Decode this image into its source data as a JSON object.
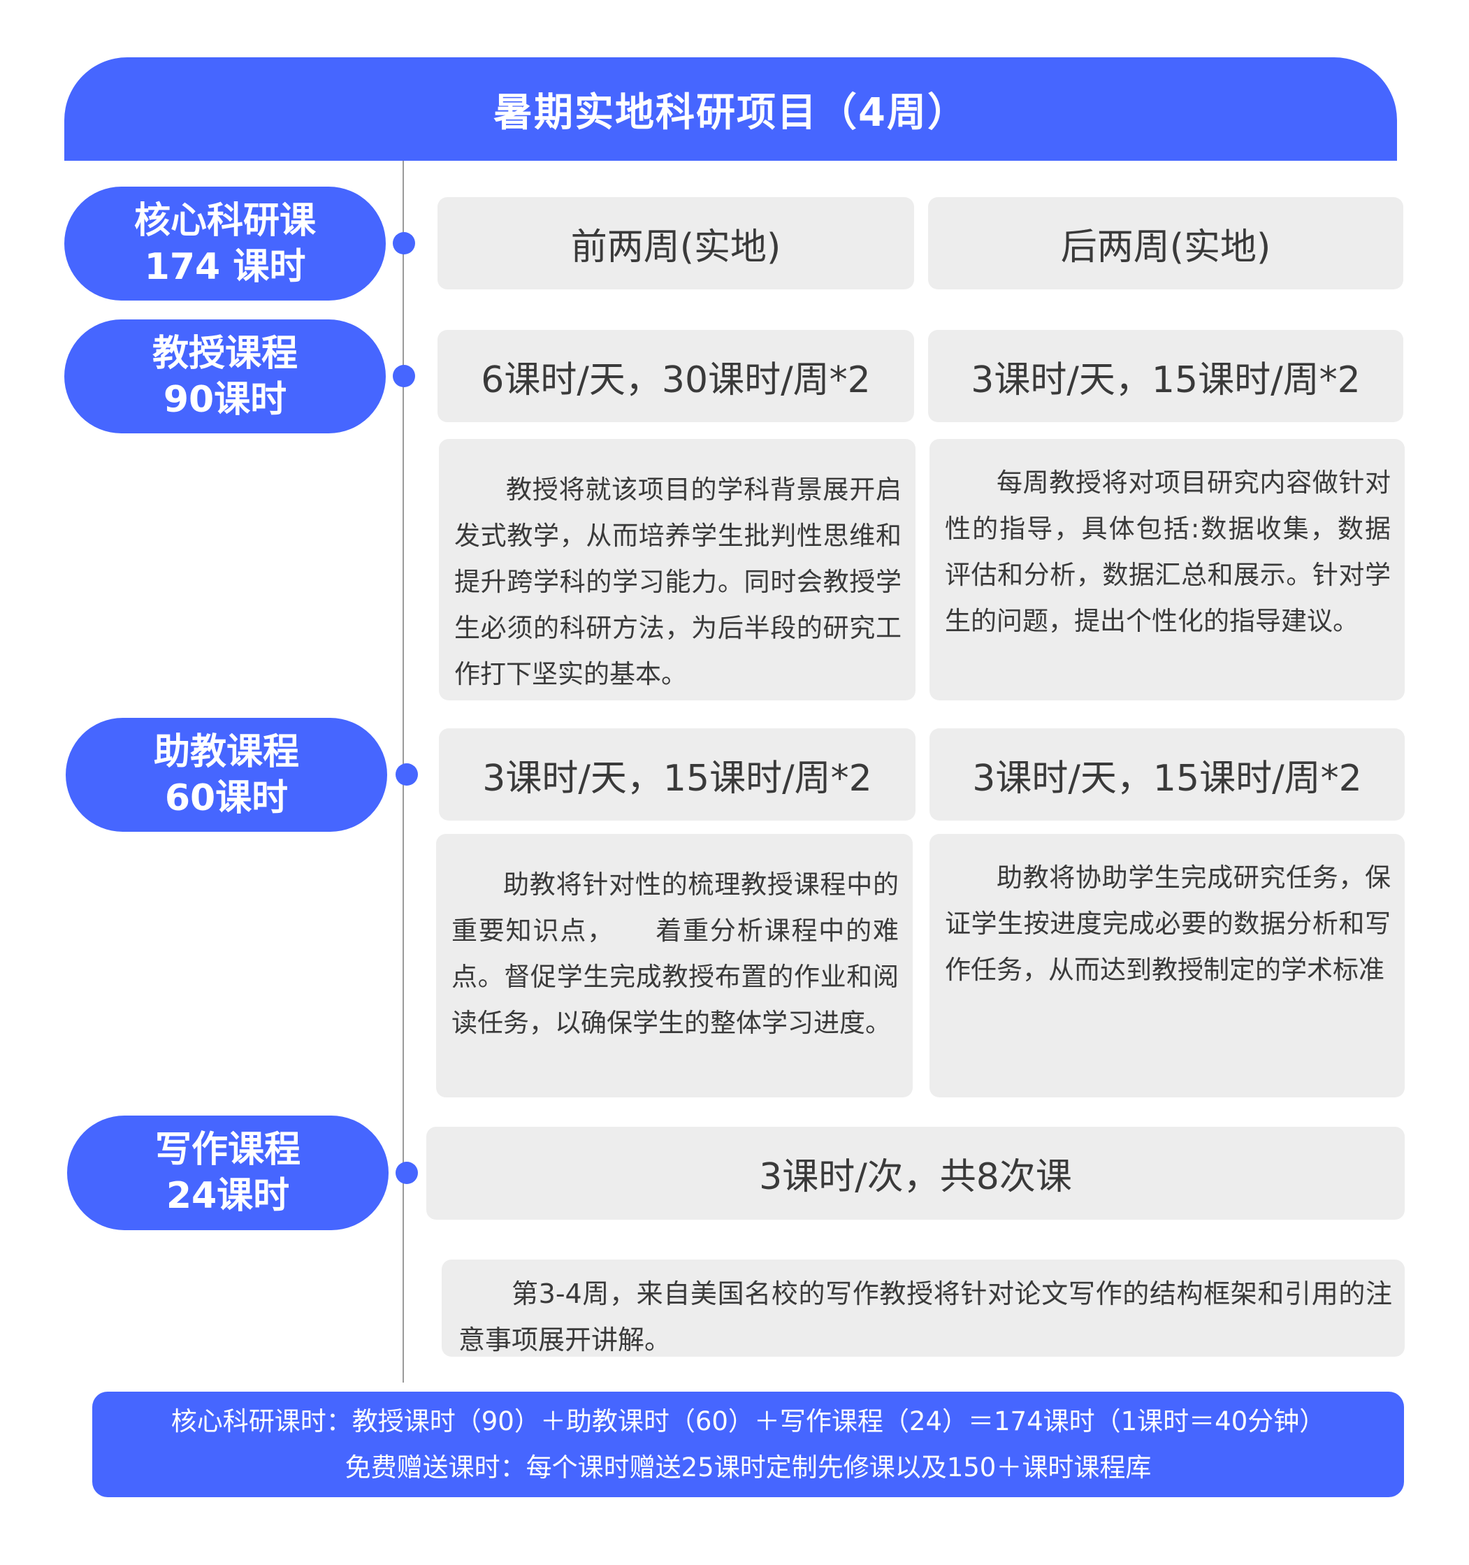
{
  "title": "暑期实地科研项目（4周）",
  "colors": {
    "accent": "#4666ff",
    "card": "#ededed",
    "line": "#9a9a9a",
    "text": "#3a3a3a"
  },
  "rows": {
    "core": {
      "name": "核心科研课",
      "hours": "174 课时",
      "col1": "前两周(实地)",
      "col2": "后两周(实地)"
    },
    "professor": {
      "name": "教授课程",
      "hours": "90课时",
      "col1_hours": "6课时/天，30课时/周*2",
      "col2_hours": "3课时/天，15课时/周*2",
      "col1_desc": "教授将就该项目的学科背景展开启发式教学，从而培养学生批判性思维和提升跨学科的学习能力。同时会教授学生必须的科研方法，为后半段的研究工作打下坚实的基本。",
      "col2_desc": "每周教授将对项目研究内容做针对性的指导，具体包括:数据收集，数据评估和分析，数据汇总和展示。针对学生的问题，提出个性化的指导建议。"
    },
    "ta": {
      "name": "助教课程",
      "hours": "60课时",
      "col1_hours": "3课时/天，15课时/周*2",
      "col2_hours": "3课时/天，15课时/周*2",
      "col1_desc": "助教将针对性的梳理教授课程中的重要知识点，　　着重分析课程中的难点。督促学生完成教授布置的作业和阅读任务，以确保学生的整体学习进度。",
      "col2_desc": "助教将协助学生完成研究任务，保证学生按进度完成必要的数据分析和写作任务，从而达到教授制定的学术标准"
    },
    "writing": {
      "name": "写作课程",
      "hours": "24课时",
      "hours_text": "3课时/次，共8次课",
      "desc": "第3-4周，来自美国名校的写作教授将针对论文写作的结构框架和引用的注意事项展开讲解。"
    }
  },
  "footer": {
    "line1": "核心科研课时：教授课时（90）＋助教课时（60）＋写作课程（24）＝174课时（1课时＝40分钟）",
    "line2": "免费赠送课时：每个课时赠送25课时定制先修课以及150＋课时课程库"
  }
}
